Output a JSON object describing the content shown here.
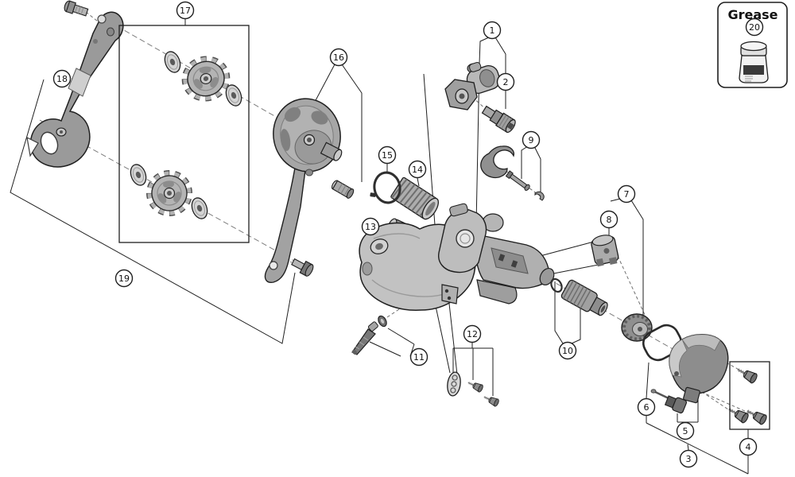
{
  "style": {
    "background": "#ffffff",
    "line_color": "#1f1f1f",
    "part_gray_light": "#c9c9c9",
    "part_gray_mid": "#a6a6a6",
    "part_gray_dark": "#7a7a7a"
  },
  "grease_box": {
    "label": "Grease",
    "callout_number": "20"
  },
  "callouts": [
    {
      "number": "1"
    },
    {
      "number": "2"
    },
    {
      "number": "3"
    },
    {
      "number": "4"
    },
    {
      "number": "5"
    },
    {
      "number": "6"
    },
    {
      "number": "7"
    },
    {
      "number": "8"
    },
    {
      "number": "9"
    },
    {
      "number": "10"
    },
    {
      "number": "11"
    },
    {
      "number": "12"
    },
    {
      "number": "13"
    },
    {
      "number": "14"
    },
    {
      "number": "15"
    },
    {
      "number": "16"
    },
    {
      "number": "17"
    },
    {
      "number": "18"
    },
    {
      "number": "19"
    },
    {
      "number": "20"
    }
  ]
}
